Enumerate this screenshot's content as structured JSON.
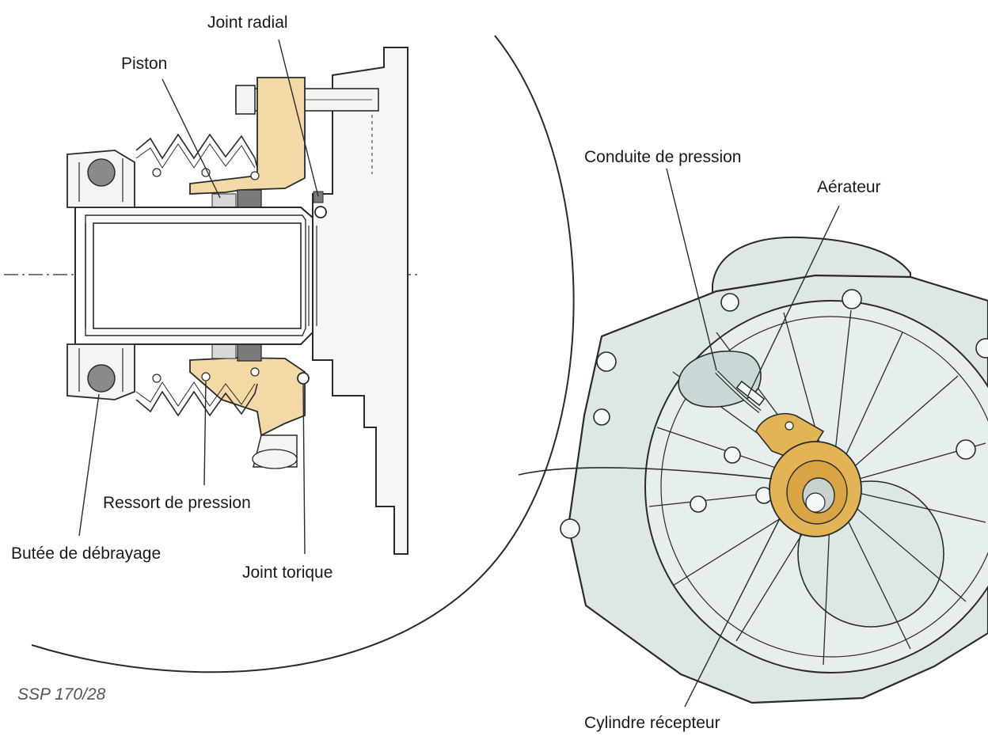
{
  "colors": {
    "line": "#2a2a2a",
    "part_fill": "#f2d9a6",
    "housing_fill": "#dde8e6",
    "seal_fill": "#7a7a7a",
    "gold": "#e3b455"
  },
  "labels": {
    "joint_radial": "Joint radial",
    "piston": "Piston",
    "conduite_de_pression": "Conduite de pression",
    "aerateur": "Aérateur",
    "ressort_de_pression": "Ressort de pression",
    "butee_de_debrayage": "Butée de débrayage",
    "joint_torique": "Joint torique",
    "cylindre_recepteur": "Cylindre récepteur"
  },
  "reference": "SSP 170/28"
}
